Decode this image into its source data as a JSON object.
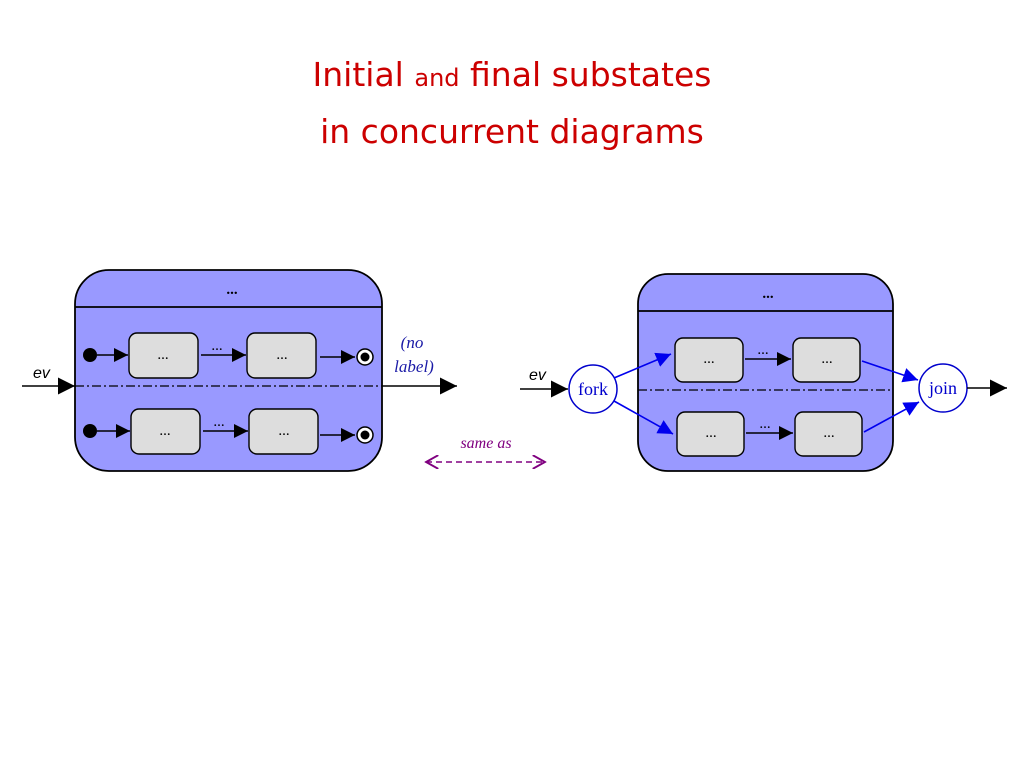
{
  "title": {
    "line1_a": "Initial",
    "line1_b": "and",
    "line1_c": "final substates",
    "line2": "in concurrent diagrams"
  },
  "left_diagram": {
    "composite_title": "...",
    "event": "ev",
    "box_label": "...",
    "transition_label": "...",
    "exit_label_line1": "(no",
    "exit_label_line2": "label)"
  },
  "relation": {
    "label": "same as"
  },
  "right_diagram": {
    "composite_title": "...",
    "event": "ev",
    "fork_label": "fork",
    "join_label": "join",
    "box_label": "...",
    "transition_label": "..."
  },
  "colors": {
    "title": "#cc0000",
    "composite_fill": "#9999ff",
    "substate_fill": "#dddddd",
    "fork_join": "#0000cc",
    "same_as": "#800080"
  }
}
